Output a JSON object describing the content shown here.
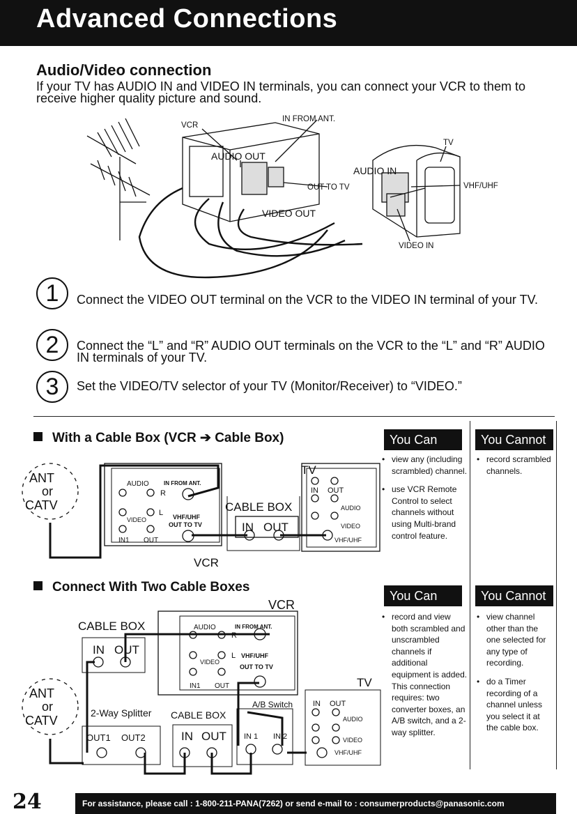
{
  "header": {
    "title": "Advanced Connections"
  },
  "section": {
    "title": "Audio/Video connection",
    "intro": "If your TV has AUDIO IN and VIDEO IN terminals, you can connect your VCR to them to receive higher quality picture and sound."
  },
  "main_diagram": {
    "vcr": "VCR",
    "in_from_ant": "IN FROM ANT.",
    "tv": "TV",
    "audio_out": "AUDIO OUT",
    "audio_in": "AUDIO IN",
    "out_to_tv": "OUT TO TV",
    "vhf_uhf": "VHF/UHF",
    "video_out": "VIDEO OUT",
    "video_in": "VIDEO IN"
  },
  "steps": [
    {
      "num": "1",
      "text": "Connect the VIDEO OUT terminal on the VCR to the VIDEO IN terminal of your TV."
    },
    {
      "num": "2",
      "text": "Connect the “L” and “R” AUDIO OUT terminals on the VCR to the “L” and “R” AUDIO IN terminals of your TV."
    },
    {
      "num": "3",
      "text": "Set the VIDEO/TV selector of your TV (Monitor/Receiver) to “VIDEO.”"
    }
  ],
  "cable_box": {
    "heading": "With a Cable Box (VCR ➔ Cable Box)",
    "you_can_label": "You Can",
    "you_cannot_label": "You Cannot",
    "you_can": [
      "view any (including scrambled) channel.",
      "use VCR Remote Control to select channels without using Multi-brand control feature."
    ],
    "you_cannot": [
      "record scrambled channels."
    ],
    "diagram": {
      "ant": "ANT",
      "or": "or",
      "catv": "CATV",
      "audio": "AUDIO",
      "in_from_ant": "IN FROM ANT.",
      "r": "R",
      "l": "L",
      "video": "VIDEO",
      "vhf_uhf": "VHF/UHF",
      "out_to_tv": "OUT TO TV",
      "in1": "IN1",
      "out": "OUT",
      "cable_box": "CABLE BOX",
      "in": "IN",
      "tv": "TV",
      "audio_label": "AUDIO",
      "video_label": "VIDEO",
      "vhfuhf_label": "VHF/UHF",
      "vcr": "VCR"
    }
  },
  "two_boxes": {
    "heading": "Connect With Two Cable Boxes",
    "you_can_label": "You Can",
    "you_cannot_label": "You Cannot",
    "you_can": [
      "record and view both scrambled and unscrambled channels if additional equipment is added. This connection requires: two converter boxes, an A/B switch, and a 2-way splitter."
    ],
    "you_cannot": [
      "view channel other than the one selected for any type of recording.",
      "do a Timer recording of a channel unless you select it at the cable box."
    ],
    "diagram": {
      "vcr": "VCR",
      "cable_box": "CABLE BOX",
      "in": "IN",
      "out": "OUT",
      "ant": "ANT",
      "or": "or",
      "catv": "CATV",
      "splitter": "2-Way Splitter",
      "out1": "OUT1",
      "out2": "OUT2",
      "cable_box2": "CABLE BOX",
      "ab_switch": "A/B Switch",
      "in1": "IN 1",
      "in2": "IN 2",
      "tv": "TV",
      "audio": "AUDIO",
      "in_from_ant": "IN FROM ANT.",
      "r": "R",
      "l": "L",
      "video": "VIDEO",
      "vhf_uhf": "VHF/UHF",
      "out_to_tv": "OUT TO TV",
      "vcr_in1": "IN1",
      "vcr_out": "OUT",
      "tv_in": "IN",
      "tv_out": "OUT",
      "tv_audio": "AUDIO",
      "tv_video": "VIDEO",
      "tv_vhfuhf": "VHF/UHF"
    }
  },
  "footer": {
    "page_number": "24",
    "assistance": "For assistance, please call : 1-800-211-PANA(7262) or send e-mail to : consumerproducts@panasonic.com"
  }
}
